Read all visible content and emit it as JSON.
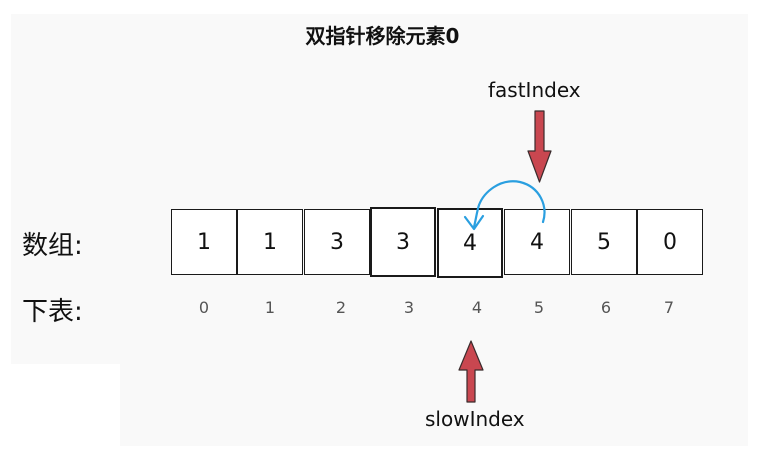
{
  "title": "双指针移除元素0",
  "labels": {
    "array": "数组:",
    "index": "下表:"
  },
  "array": [
    "1",
    "1",
    "3",
    "3",
    "4",
    "4",
    "5",
    "0"
  ],
  "indices": [
    "0",
    "1",
    "2",
    "3",
    "4",
    "5",
    "6",
    "7"
  ],
  "pointers": {
    "fast": "fastIndex",
    "slow": "slowIndex"
  },
  "colors": {
    "arrow": "#c94750",
    "arrow_stroke": "#3a2b2c",
    "hand_curve": "#2a9fe0"
  }
}
